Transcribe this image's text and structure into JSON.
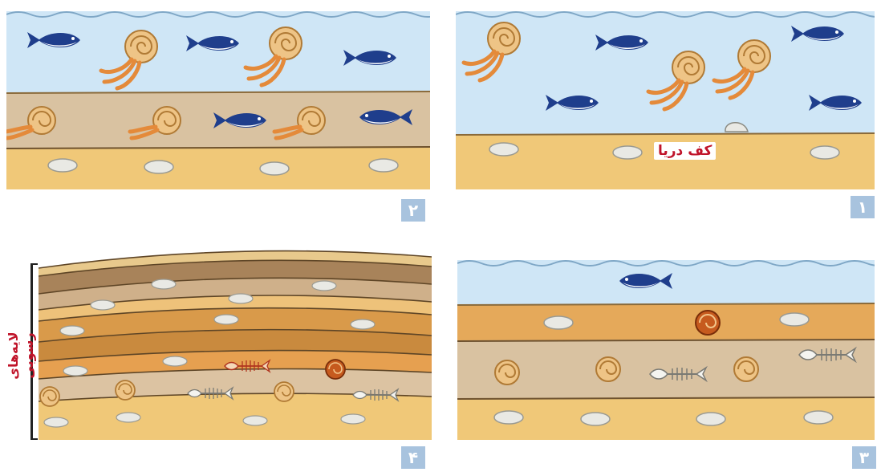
{
  "panels": [
    {
      "badge": "۱"
    },
    {
      "badge": "۲"
    },
    {
      "badge": "۳"
    },
    {
      "badge": "۴"
    }
  ],
  "labels": {
    "sea_floor": "کف دریا",
    "sedimentary_layers": "لایه‌های رسوبی"
  },
  "colors": {
    "water": "#cfe6f6",
    "sand": "#f0c878",
    "mud": "#d9c2a1",
    "fish_blue": "#1f3e8c",
    "shell": "#eec486",
    "label_red": "#c0142a",
    "badge": "#a8c3de"
  }
}
